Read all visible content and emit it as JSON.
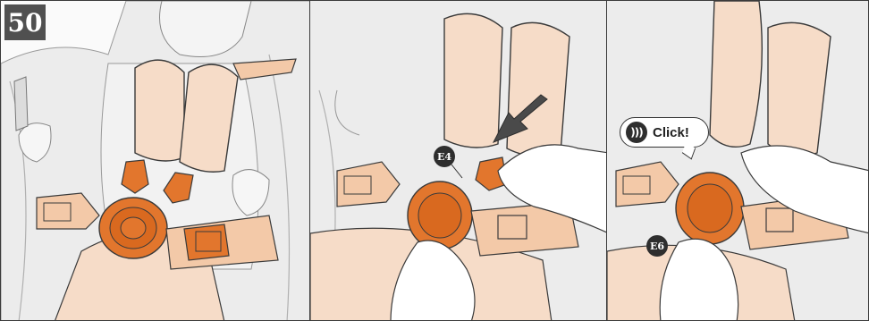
{
  "step": {
    "number": "50"
  },
  "callouts": {
    "e4": "E4",
    "e6": "E6"
  },
  "sound": {
    "text": "Click!",
    "icon": "sound-waves-icon"
  },
  "colors": {
    "outline": "#3a3a3a",
    "seat": "#e6e6e6",
    "pad": "#f6dcc8",
    "strap": "#f3c9a8",
    "buckle": "#e2762d",
    "buckle_dark": "#b9541a",
    "metal_tongue": "#f0a070"
  }
}
